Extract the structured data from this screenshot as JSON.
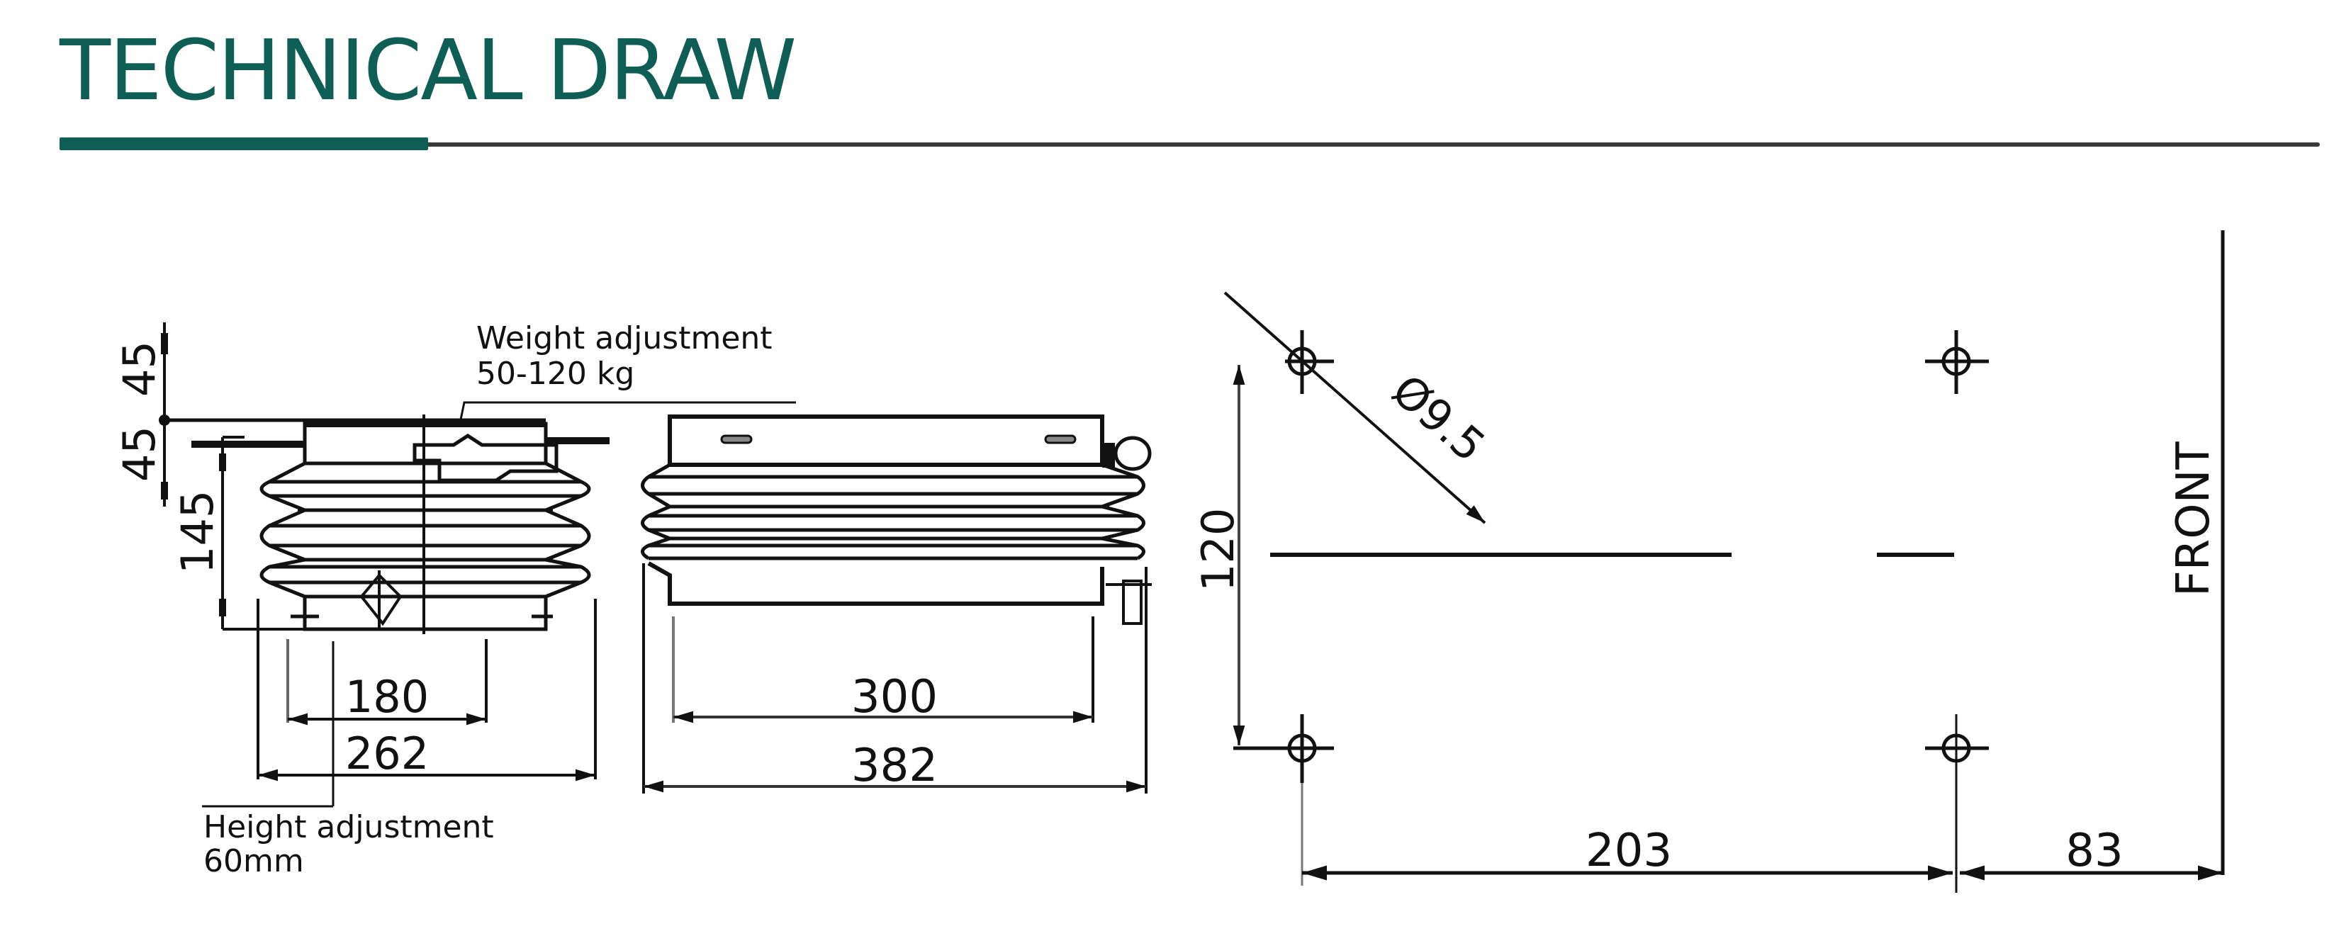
{
  "header": {
    "title": "TECHNICAL DRAW",
    "accent_color": "#0f5e55",
    "rule_color": "#3a3a3a"
  },
  "side_view": {
    "dim_top_upper": "45",
    "dim_top_lower": "45",
    "dim_height": "145",
    "dim_inner_width": "180",
    "dim_outer_width": "262",
    "weight_note_line1": "Weight adjustment",
    "weight_note_line2": "50-120 kg",
    "height_note_line1": "Height adjustment",
    "height_note_line2": "60mm"
  },
  "front_view": {
    "dim_inner_width": "300",
    "dim_outer_width": "382"
  },
  "plan_view": {
    "hole_diameter": "Ø9.5",
    "dim_hole_spacing_y": "120",
    "dim_hole_spacing_x": "203",
    "dim_to_front": "83",
    "front_label": "FRONT"
  }
}
